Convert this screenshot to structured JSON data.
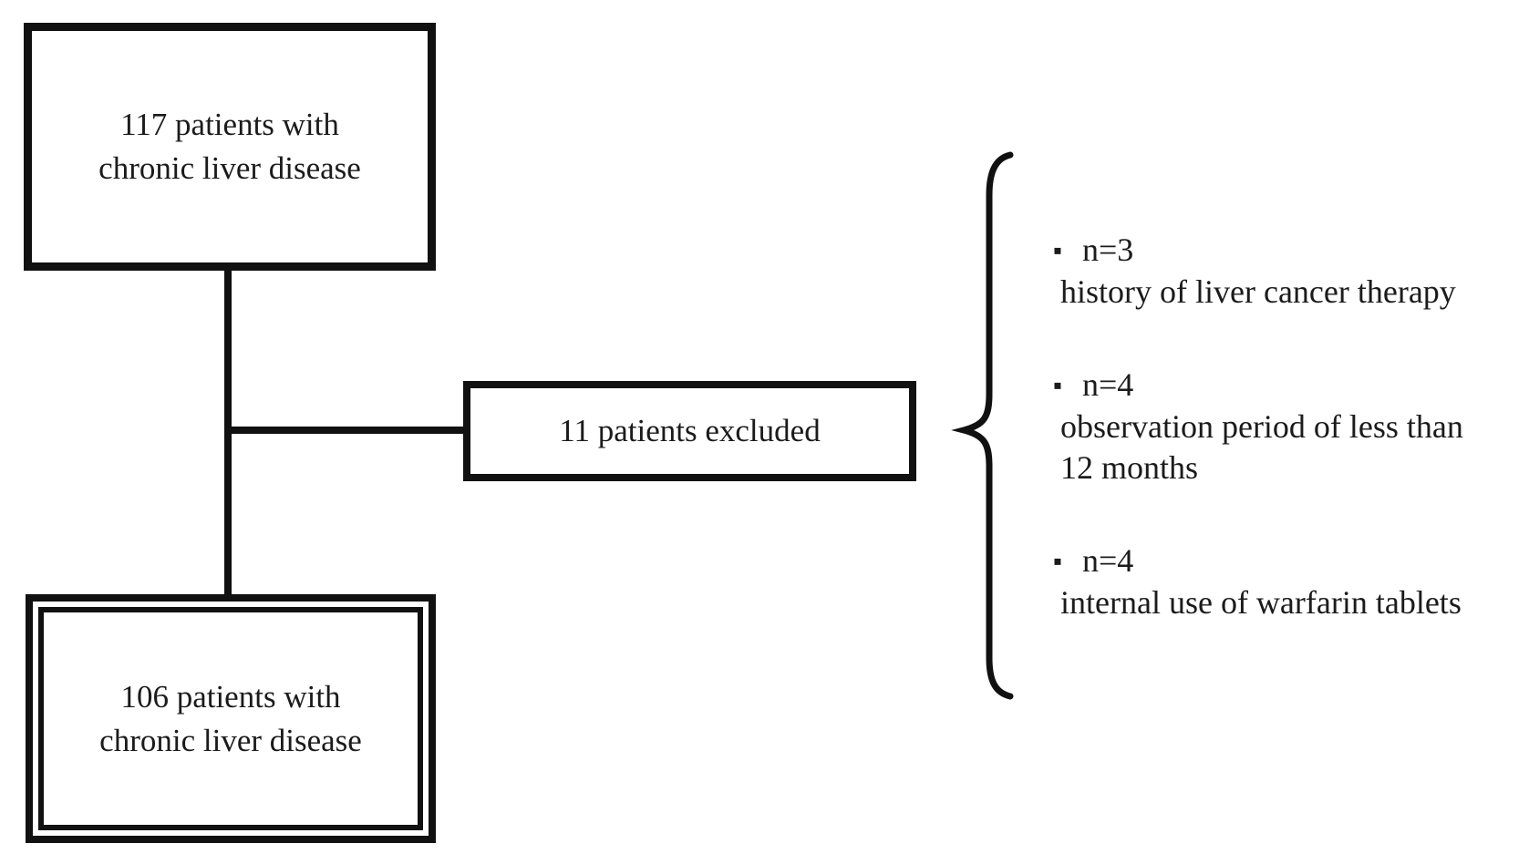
{
  "figure": {
    "type": "patient-flow-diagram",
    "initial_box": {
      "line1": "117 patients with",
      "line2": "chronic liver disease"
    },
    "excluded_box": {
      "label": "11 patients excluded"
    },
    "final_box": {
      "line1": "106 patients with",
      "line2": "chronic liver disease"
    },
    "exclusions": {
      "bullet": "▪",
      "items": [
        {
          "count": "n=3",
          "lines": [
            "history of liver cancer therapy"
          ]
        },
        {
          "count": "n=4",
          "lines": [
            "observation period of less than",
            "12 months"
          ]
        },
        {
          "count": "n=4",
          "lines": [
            "internal use of warfarin tablets"
          ]
        }
      ]
    },
    "colors": {
      "ink": "#111111",
      "background": "#ffffff"
    }
  }
}
